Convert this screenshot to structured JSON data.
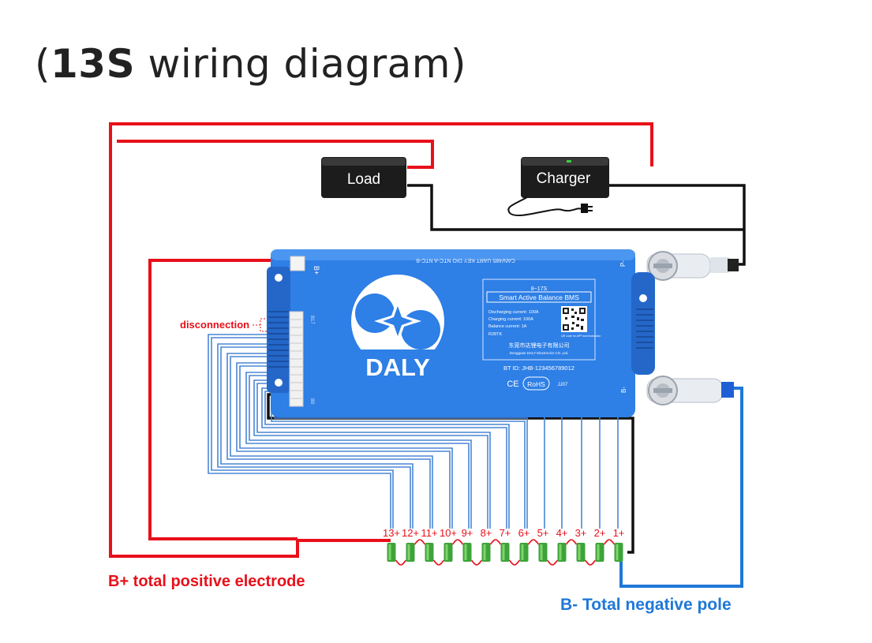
{
  "title": {
    "open": "(",
    "bold": "13S",
    "rest": " wiring diagram",
    "close": ")"
  },
  "devices": {
    "load": "Load",
    "charger": "Charger"
  },
  "bms": {
    "brand": "DALY",
    "model": "8~17S",
    "product": "Smart Active Balance BMS",
    "spec_discharge": "Discharging current: 100A",
    "spec_charge": "Charging current: 100A",
    "spec_balance": "Balance current: 1A",
    "spec_code": "R28TK",
    "company_cn": "东莞市达锂电子有限公司",
    "company_en": "Dongguan DALY Electronics CO.,Ltd.",
    "bt_id": "BT ID: JHB-123456789012",
    "cert_ce": "CE",
    "cert_rohs": "RoHS",
    "cert_code": "JJ07",
    "ports": "CAN/485  UART  KEY  DIO  NTC-A  NTC-B",
    "pin_bplus": "B+",
    "pin_b17": "B17",
    "pin_b0": "B0",
    "term_pminus": "P-",
    "term_bminus": "B-",
    "qr_caption": "QR code for APP and instruction"
  },
  "cells": {
    "labels": [
      "13+",
      "12+",
      "11+",
      "10+",
      "9+",
      "8+",
      "7+",
      "6+",
      "5+",
      "4+",
      "3+",
      "2+",
      "1+"
    ]
  },
  "annotations": {
    "disconnection": "disconnection",
    "bplus_caption": "B+ total positive electrode",
    "bminus_caption": "B- Total negative pole"
  },
  "colors": {
    "positive": "#e8101a",
    "negative": "#1f78d8",
    "sense": "#4a86d6",
    "bms": "#2e7fe6",
    "cell": "#3da33a"
  }
}
